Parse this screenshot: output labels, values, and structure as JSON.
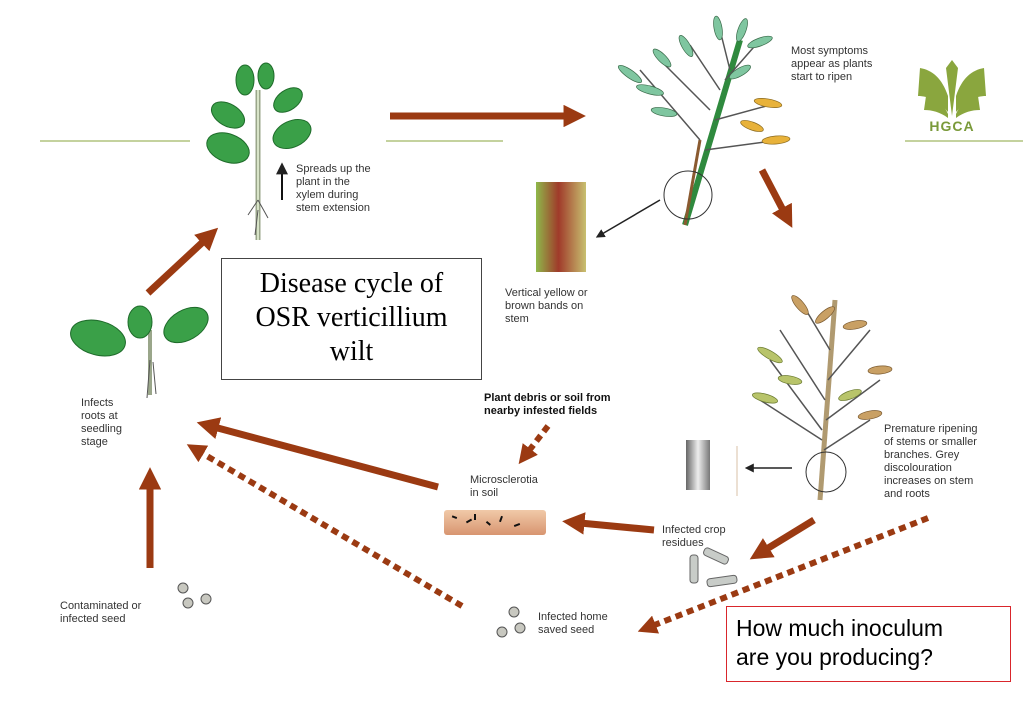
{
  "title": "Disease cycle of\nOSR verticillium\nwilt",
  "question": "How much inoculum\nare you producing?",
  "logo": {
    "text": "HGCA",
    "color": "#8aa63e"
  },
  "labels": {
    "spreads": "Spreads up the\nplant  in the\nxylem during\nstem extension",
    "symptoms": "Most symptoms\nappear as plants\nstart to ripen",
    "bands": "Vertical yellow or\nbrown bands on\nstem",
    "premature": "Premature ripening\nof stems or smaller\nbranches. Grey\ndiscolouration\nincreases on stem\nand roots",
    "infects_roots": "Infects\nroots at\nseedling\nstage",
    "debris": "Plant debris or soil from\nnearby  infested fields",
    "microsclerotia": "Microsclerotia\nin soil",
    "residues": "Infected crop\nresidues",
    "contaminated_seed": "Contaminated or\ninfected seed",
    "home_seed": "Infected home\nsaved seed"
  },
  "colors": {
    "arrow": "#9b3a12",
    "leaf": "#3aa048",
    "divider": "#8aa63e",
    "question_border": "#d9262c"
  }
}
